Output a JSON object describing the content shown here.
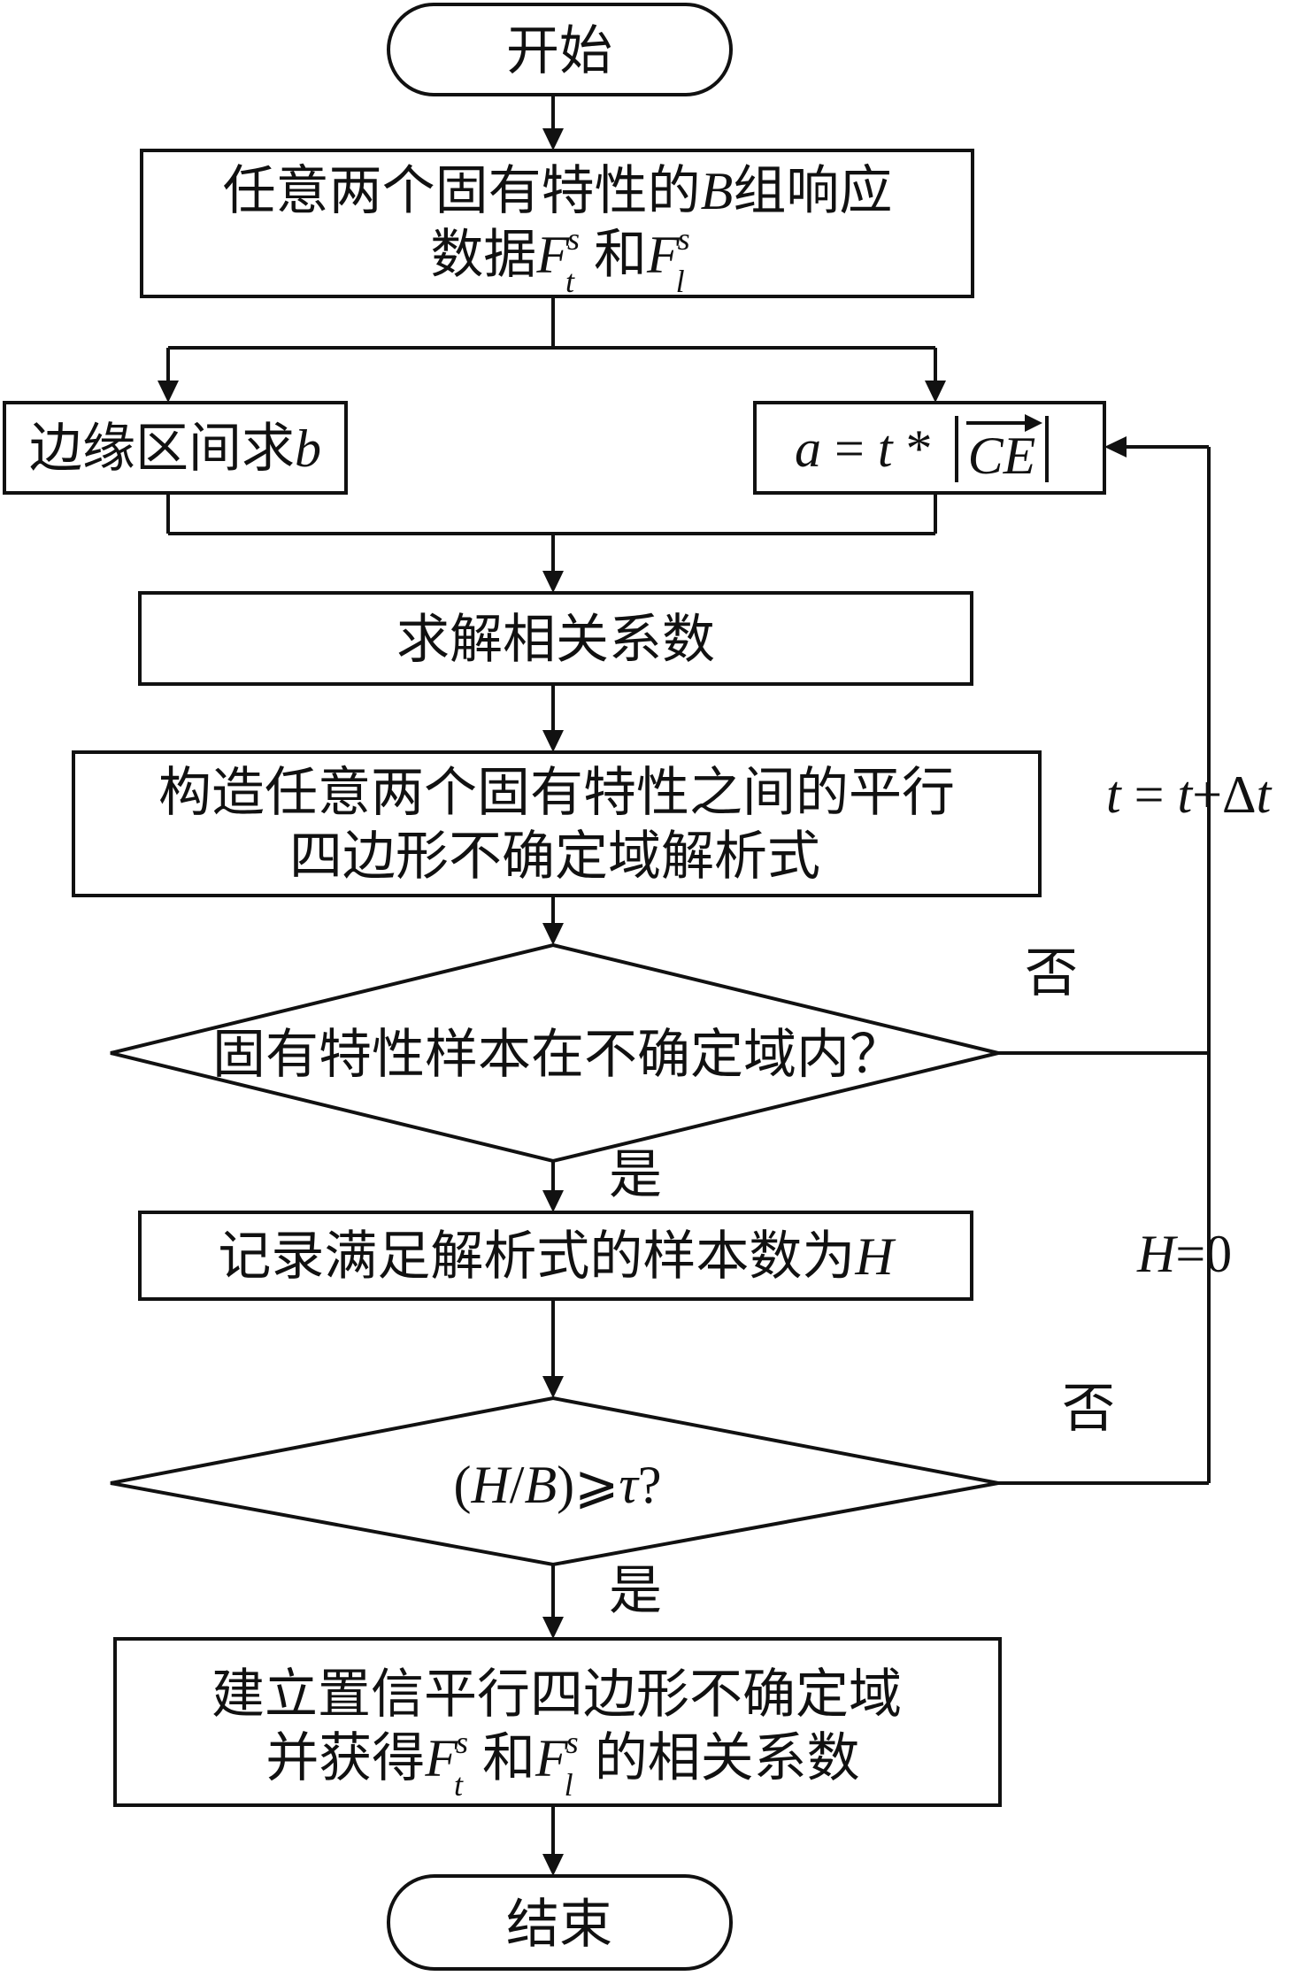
{
  "nodes": {
    "start": "开始",
    "input_line1_pre": "任意两个固有特性的",
    "input_line1_B": "B",
    "input_line1_post": "组响应",
    "input_line2_pre": "数据",
    "input_and": "和",
    "F": "F",
    "sup_s": "s",
    "sub_t": "t",
    "sub_l": "l",
    "left_box_text": "边缘区间求",
    "left_box_var": "b",
    "right_box_a": "a",
    "right_box_eq": " = ",
    "right_box_t": "t",
    "right_box_star": " * ",
    "right_box_vec": "CE",
    "solve": "求解相关系数",
    "construct_line1": "构造任意两个固有特性之间的平行",
    "construct_line2": "四边形不确定域解析式",
    "decision1": "固有特性样本在不确定域内？",
    "record_pre": "记录满足解析式的样本数为",
    "record_var": "H",
    "decision2_lp": "(",
    "decision2_H": "H",
    "decision2_slash": "/",
    "decision2_B": "B",
    "decision2_rp": ")⩾",
    "decision2_tau": "τ",
    "decision2_q": "?",
    "build_line1": "建立置信平行四边形不确定域",
    "build_line2_pre": "并获得",
    "build_line2_post": "的相关系数",
    "end": "结束"
  },
  "edge_labels": {
    "no1": "否",
    "yes1": "是",
    "no2": "否",
    "yes2": "是",
    "loop_t": "t",
    "loop_eq": " = ",
    "loop_t2": "t",
    "loop_plus": "+Δ",
    "loop_t3": "t",
    "h_zero_H": "H",
    "h_zero_rest": "=0"
  }
}
